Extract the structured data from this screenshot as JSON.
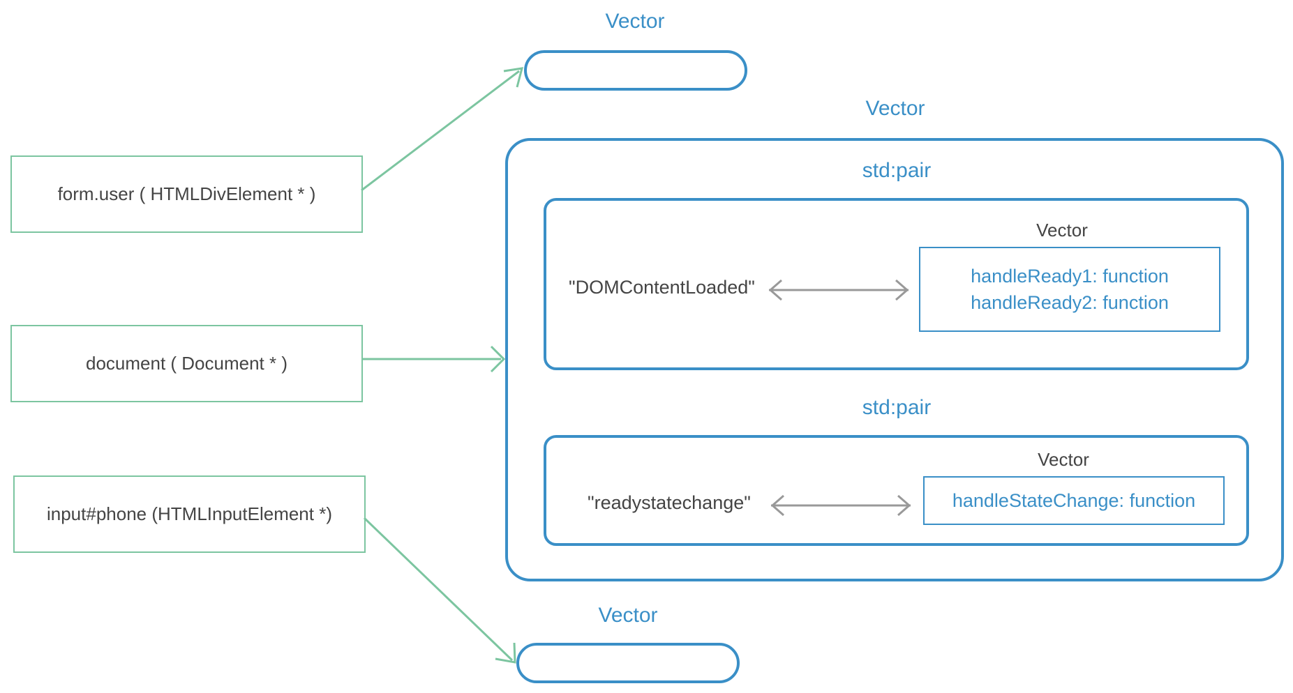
{
  "sources": [
    {
      "label": "form.user ( HTMLDivElement * )"
    },
    {
      "label": "document ( Document * )"
    },
    {
      "label": "input#phone (HTMLInputElement *)"
    }
  ],
  "vectors": {
    "top_label": "Vector",
    "main_label": "Vector",
    "bottom_label": "Vector"
  },
  "pairs": [
    {
      "title": "std:pair",
      "key": "\"DOMContentLoaded\"",
      "vector_label": "Vector",
      "functions": [
        "handleReady1: function",
        "handleReady2: function"
      ]
    },
    {
      "title": "std:pair",
      "key": "\"readystatechange\"",
      "vector_label": "Vector",
      "functions": [
        "handleStateChange: function"
      ]
    }
  ],
  "colors": {
    "blue": "#3a8fc7",
    "green": "#7cc5a0",
    "gray": "#999999",
    "text": "#444444"
  }
}
